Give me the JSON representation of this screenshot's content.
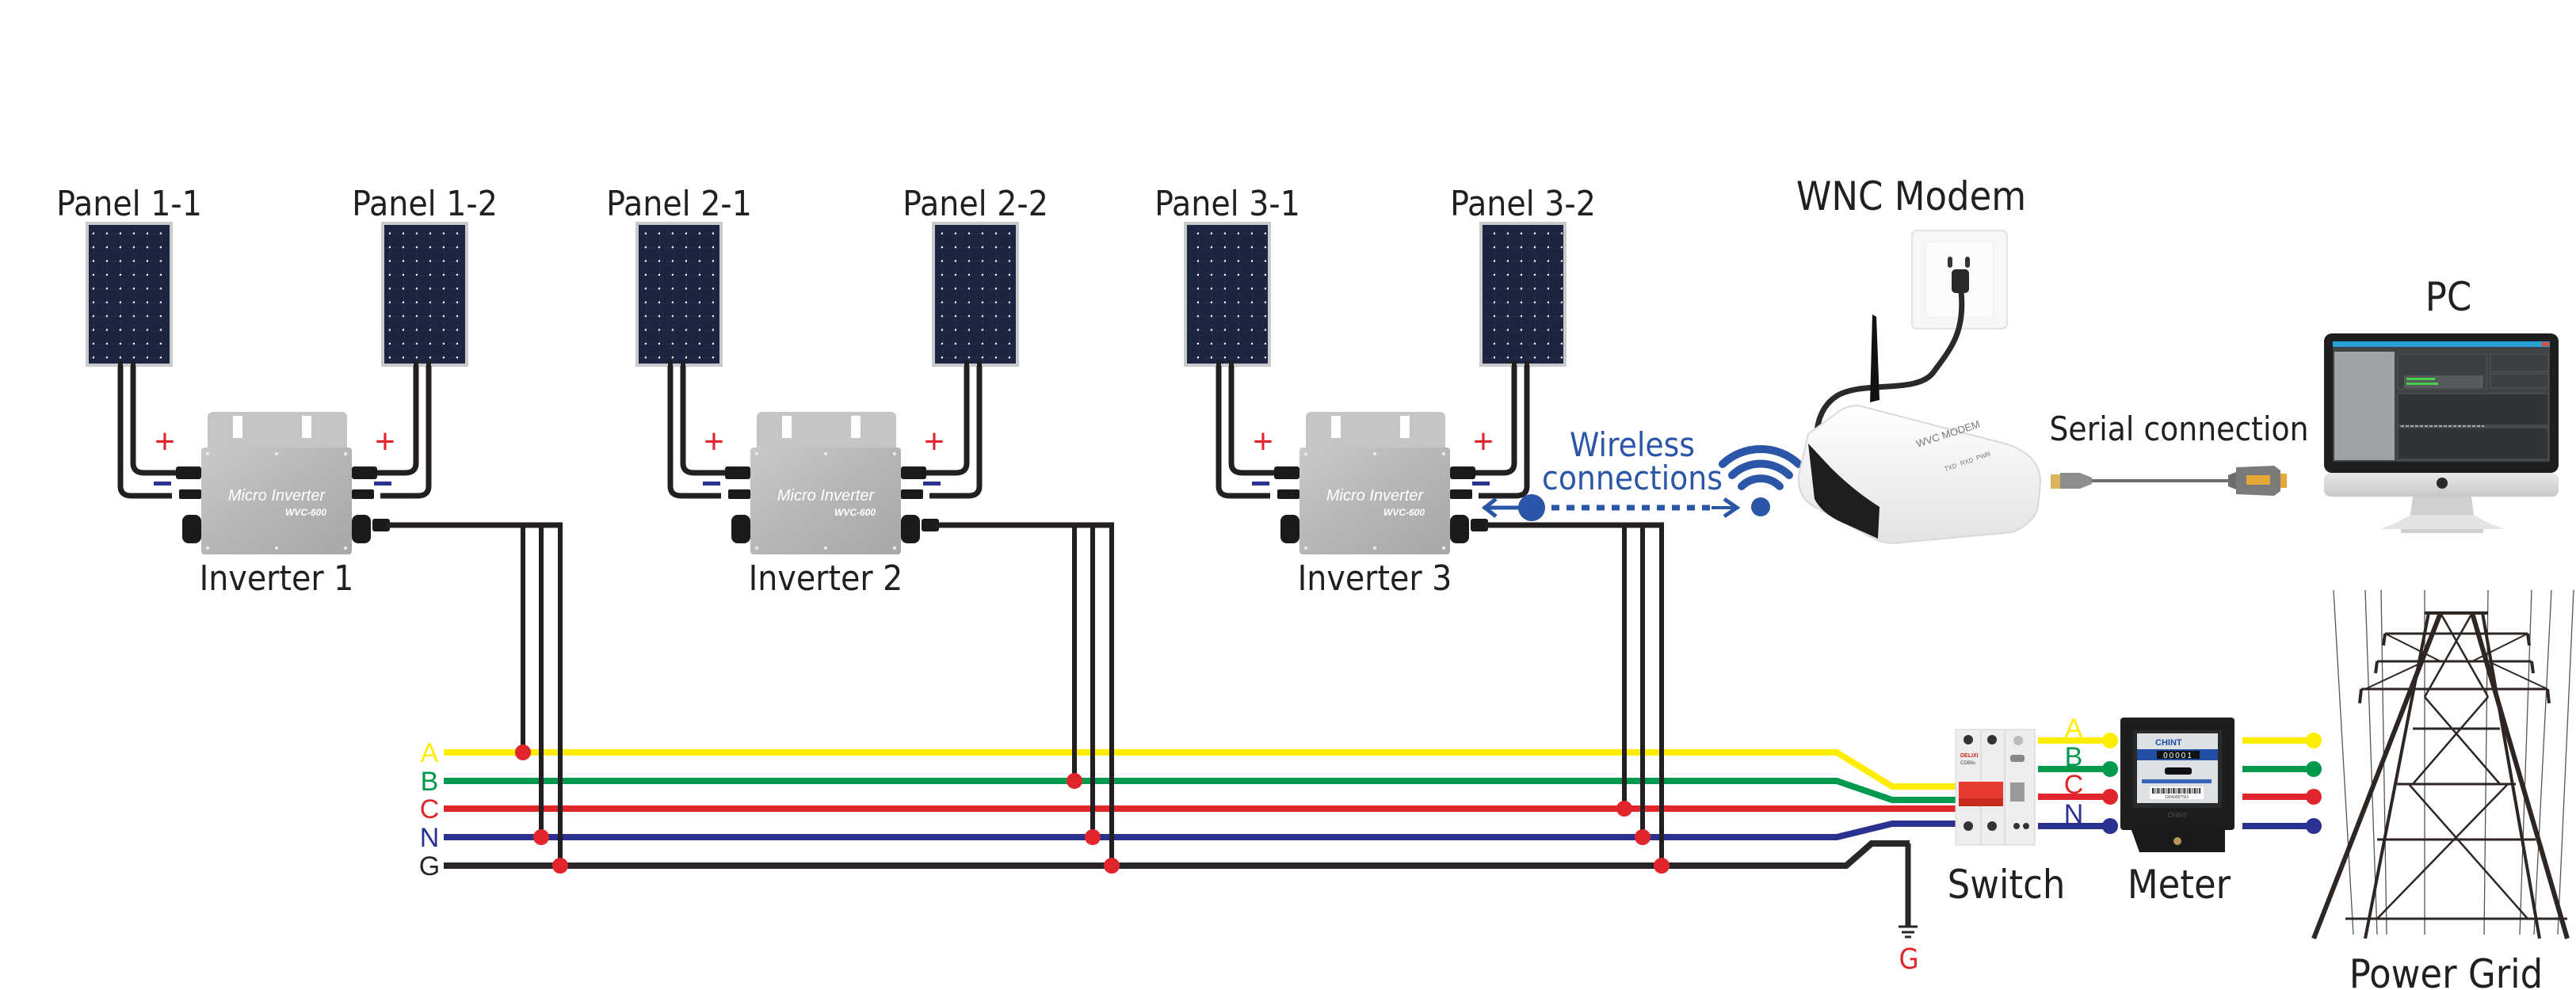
{
  "title": "Micro inverter solar PV system wiring diagram",
  "panels": [
    {
      "id": "1-1",
      "label": "Panel 1-1"
    },
    {
      "id": "1-2",
      "label": "Panel 1-2"
    },
    {
      "id": "2-1",
      "label": "Panel 2-1"
    },
    {
      "id": "2-2",
      "label": "Panel 2-2"
    },
    {
      "id": "3-1",
      "label": "Panel 3-1"
    },
    {
      "id": "3-2",
      "label": "Panel 3-2"
    }
  ],
  "inverters": [
    {
      "label": "Inverter 1",
      "brand_text": "Micro Inverter",
      "model": "WVC-600",
      "connects_to": [
        "A",
        "N",
        "G"
      ]
    },
    {
      "label": "Inverter 2",
      "brand_text": "Micro Inverter",
      "model": "WVC-600",
      "connects_to": [
        "B",
        "N",
        "G"
      ]
    },
    {
      "label": "Inverter 3",
      "brand_text": "Micro Inverter",
      "model": "WVC-600",
      "connects_to": [
        "C",
        "N",
        "G"
      ]
    }
  ],
  "polarity": {
    "plus": "+",
    "minus": "−"
  },
  "wireless": {
    "line1": "Wireless",
    "line2": "connections",
    "icon": "wifi-icon"
  },
  "modem": {
    "label": "WNC Modem",
    "device_text": "WVC MODEM",
    "leds": [
      "TXD",
      "RXD",
      "PWR"
    ]
  },
  "serial": {
    "label": "Serial connection"
  },
  "pc": {
    "label": "PC"
  },
  "bus": [
    {
      "name": "A",
      "color": "#FFED00"
    },
    {
      "name": "B",
      "color": "#009A4E"
    },
    {
      "name": "C",
      "color": "#E0262C"
    },
    {
      "name": "N",
      "color": "#2B3190"
    },
    {
      "name": "G",
      "color": "#2A2626"
    }
  ],
  "junction_color": "#E0262C",
  "ground": {
    "label": "G",
    "color": "#E0262C"
  },
  "switch": {
    "label": "Switch",
    "brand": "DELIXI",
    "model": "CDB6s"
  },
  "meter": {
    "label": "Meter",
    "brand": "CHINT",
    "reading": "00001",
    "serial": "12040087561"
  },
  "meter_side_labels": [
    "A",
    "B",
    "C",
    "N"
  ],
  "grid": {
    "label": "Power Grid"
  },
  "colors": {
    "wireless_blue": "#2B56A8",
    "cable": "#231F20",
    "panel": "#1F2A44"
  }
}
